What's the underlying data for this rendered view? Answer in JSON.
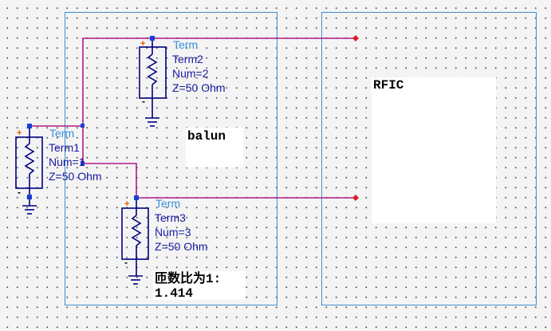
{
  "schematic": {
    "balun_label": "balun",
    "rfic_label": "RFIC",
    "ratio_note_line1": "匝数比为1:",
    "ratio_note_line2": "1.414",
    "terms": [
      {
        "type": "Term",
        "name": "Term1",
        "num": "Num=1",
        "z": "Z=50 Ohm"
      },
      {
        "type": "Term",
        "name": "Term2",
        "num": "Num=2",
        "z": "Z=50 Ohm"
      },
      {
        "type": "Term",
        "name": "Term3",
        "num": "Num=3",
        "z": "Z=50 Ohm"
      }
    ],
    "colors": {
      "wire": "#b0198f",
      "component": "#000080",
      "pin": "#1a3fd6",
      "port_marker": "#d42020",
      "box_border": "#3d8fd1",
      "type_label": "#3a8fd6",
      "label": "#1a1aa0"
    }
  }
}
